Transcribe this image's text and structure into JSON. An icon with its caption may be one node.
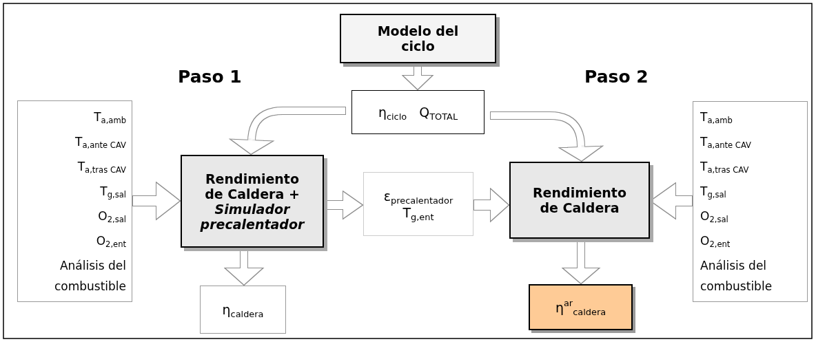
{
  "diagram": {
    "nodes": [
      {
        "text": [
          "Modelo del ciclo"
        ]
      },
      {
        "text": [
          "η$_{ciclo}$",
          "Q$_{TOTAL}$"
        ]
      },
      {
        "text": [
          "T$_{a,amb}$",
          "T$_{a,ante CAV}$",
          "T$_{a,tras CAV}$",
          "T$_{g,sal}$",
          "O$_{2,sal}$",
          "O$_{2,ent}$",
          "Análisis del combustible"
        ]
      },
      {
        "text": [
          "Rendimiento de Caldera + *Simulador precalentador*"
        ]
      },
      {
        "text": [
          "η$_{caldera}$"
        ]
      },
      {
        "text": [
          "ε$_{precalentador}$",
          "T$_{g,ent}$"
        ]
      },
      {
        "text": [
          "Rendimiento de Caldera"
        ]
      },
      {
        "text": [
          "T$_{a,amb}$",
          "T$_{a,ante CAV}$",
          "T$_{a,tras CAV}$",
          "T$_{g,sal}$",
          "O$_{2,sal}$",
          "O$_{2,ent}$",
          "Análisis del combustible"
        ]
      },
      {
        "text": [
          "η$^{ar}$$_{caldera}$"
        ]
      }
    ],
    "edges": [
      {
        "from": 0,
        "to": 1,
        "arrow": "to"
      },
      {
        "from": 1,
        "to": 3,
        "arrow": "to"
      },
      {
        "from": 1,
        "to": 6,
        "arrow": "to"
      },
      {
        "from": 2,
        "to": 3,
        "arrow": "to"
      },
      {
        "from": 3,
        "to": 5,
        "arrow": "to"
      },
      {
        "from": 5,
        "to": 6,
        "arrow": "to"
      },
      {
        "from": 7,
        "to": 6,
        "arrow": "to"
      },
      {
        "from": 3,
        "to": 4,
        "arrow": "to"
      },
      {
        "from": 6,
        "to": 8,
        "arrow": "to"
      }
    ],
    "labels": [
      "Paso 1",
      "Paso 2"
    ]
  }
}
